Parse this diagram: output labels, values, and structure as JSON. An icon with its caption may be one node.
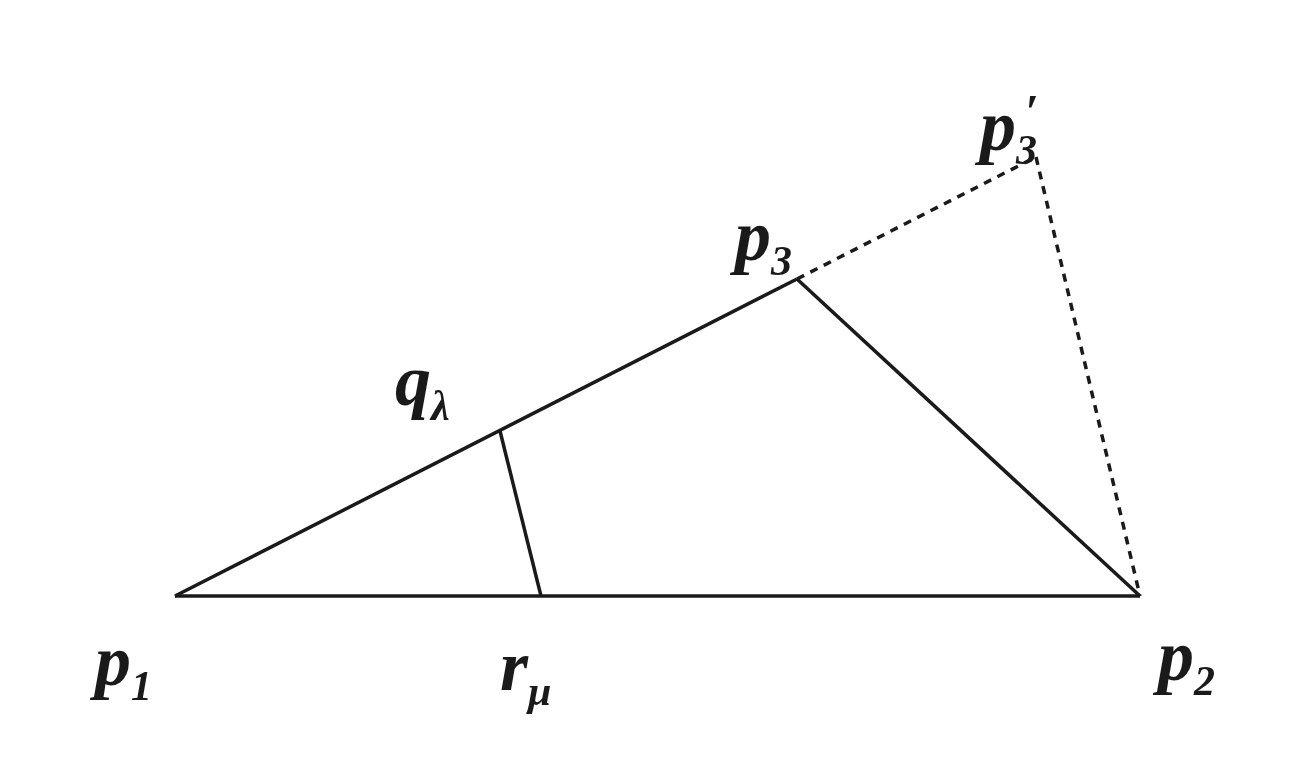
{
  "diagram": {
    "labels": [
      "p$_{3}$$^{′}$",
      "p$_{3}$",
      "q$_{λ}$",
      "p$_{1}$",
      "r$_{μ}$",
      "p$_{2}$"
    ]
  }
}
